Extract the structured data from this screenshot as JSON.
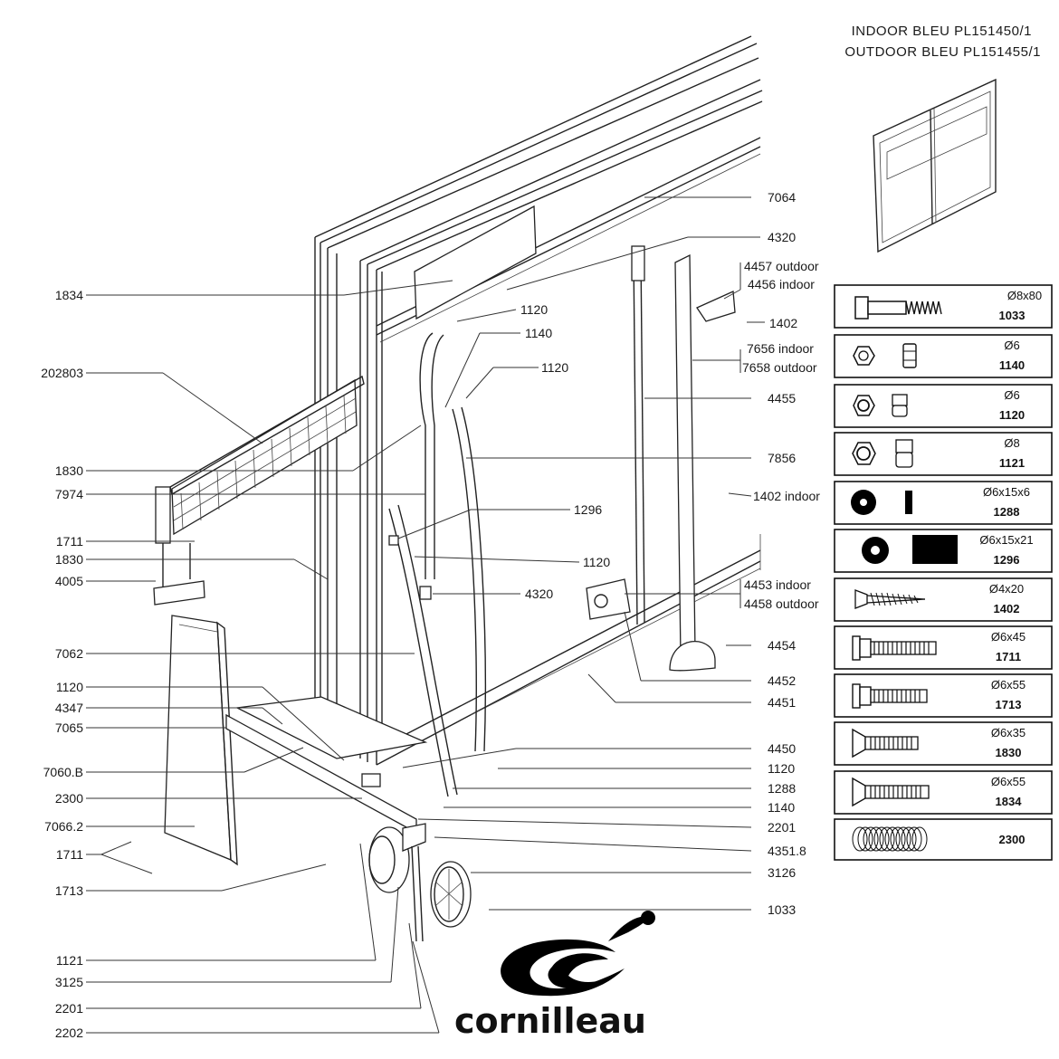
{
  "title_lines": [
    "INDOOR  BLEU  PL151450/1",
    "OUTDOOR  BLEU  PL151455/1"
  ],
  "callouts_left": [
    "1834",
    "202803",
    "1830",
    "7974",
    "1711",
    "1830",
    "4005",
    "7062",
    "1120",
    "4347",
    "7065",
    "7060.B",
    "2300",
    "7066.2",
    "1711",
    "1713",
    "1121",
    "3125",
    "2201",
    "2202"
  ],
  "callouts_center": [
    "1120",
    "1140",
    "1120",
    "1296",
    "1120",
    "4320"
  ],
  "callouts_right": [
    "7064",
    "4320",
    "4457 outdoor",
    "4456 indoor",
    "1402",
    "7656 indoor",
    "7658 outdoor",
    "4455",
    "7856",
    "1402 indoor",
    "4453 indoor",
    "4458 outdoor",
    "4454",
    "4452",
    "4451",
    "4450",
    "1120",
    "1288",
    "1140",
    "2201",
    "4351.8",
    "3126",
    "1033"
  ],
  "parts": [
    {
      "size": "Ø8x80",
      "code": "1033",
      "icon": "bolt-long-icon"
    },
    {
      "size": "Ø6",
      "code": "1140",
      "icon": "nut-icon"
    },
    {
      "size": "Ø6",
      "code": "1120",
      "icon": "lock-nut-icon"
    },
    {
      "size": "Ø8",
      "code": "1121",
      "icon": "lock-nut-icon"
    },
    {
      "size": "Ø6x15x6",
      "code": "1288",
      "icon": "washer-icon"
    },
    {
      "size": "Ø6x15x21",
      "code": "1296",
      "icon": "spacer-icon"
    },
    {
      "size": "Ø4x20",
      "code": "1402",
      "icon": "screw-icon"
    },
    {
      "size": "Ø6x45",
      "code": "1711",
      "icon": "hex-bolt-icon"
    },
    {
      "size": "Ø6x55",
      "code": "1713",
      "icon": "hex-bolt-icon"
    },
    {
      "size": "Ø6x35",
      "code": "1830",
      "icon": "countersunk-screw-icon"
    },
    {
      "size": "Ø6x55",
      "code": "1834",
      "icon": "countersunk-screw-icon"
    },
    {
      "size": "",
      "code": "2300",
      "icon": "spring-ring-icon"
    }
  ],
  "brand": {
    "name": "cornilleau",
    "logo_icon": "cornilleau-logo-icon"
  }
}
